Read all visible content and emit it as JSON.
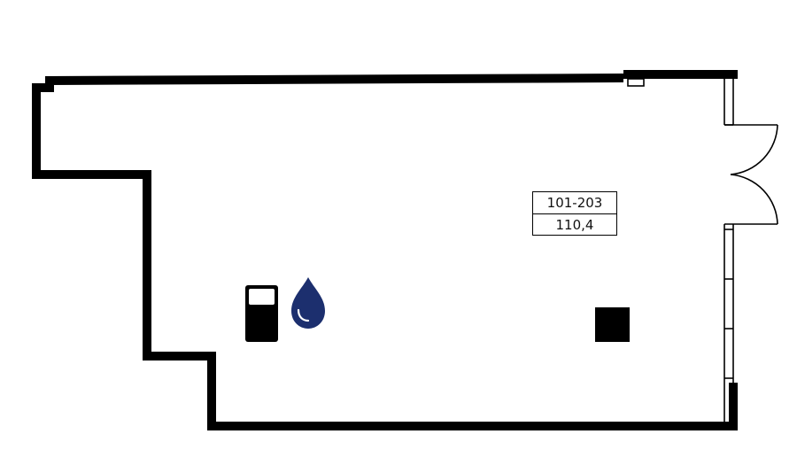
{
  "unit": {
    "number": "101-203",
    "area": "110,4"
  },
  "icons": {
    "water": "water-drop-icon",
    "fuel": "fuel-pump-icon",
    "column": "structural-column"
  },
  "colors": {
    "wall": "#000000",
    "water_icon": "#1c2f6e",
    "background": "#ffffff"
  }
}
